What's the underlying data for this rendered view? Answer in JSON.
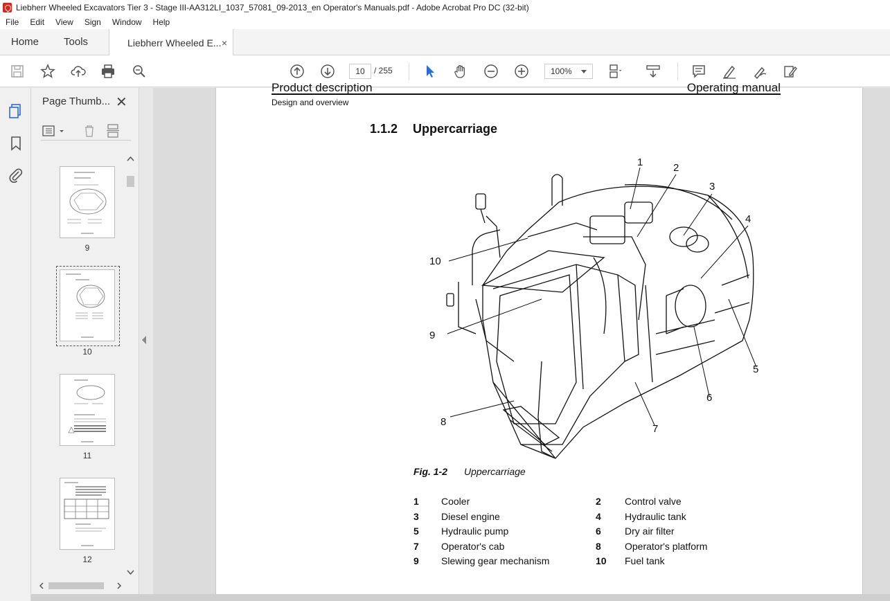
{
  "window": {
    "title": "Liebherr Wheeled Excavators Tier 3 - Stage III-AA312LI_1037_57081_09-2013_en Operator's Manuals.pdf - Adobe Acrobat Pro DC (32-bit)"
  },
  "menu": [
    "File",
    "Edit",
    "View",
    "Sign",
    "Window",
    "Help"
  ],
  "tabs": {
    "home": "Home",
    "tools": "Tools",
    "document": "Liebherr Wheeled E...",
    "close": "×"
  },
  "toolbar": {
    "current_page": "10",
    "total_pages": "/  255",
    "zoom": "100%"
  },
  "sidebar": {
    "title": "Page Thumb...",
    "close": "✕",
    "thumbnails": [
      {
        "label": "9"
      },
      {
        "label": "10"
      },
      {
        "label": "11"
      },
      {
        "label": "12"
      }
    ]
  },
  "page": {
    "header_left": "Product description",
    "header_right": "Operating manual",
    "subheader": "Design and overview",
    "section_number": "1.1.2",
    "section_title": "Uppercarriage",
    "figure_label": "Fig. 1-2",
    "figure_caption": "Uppercarriage",
    "callouts": [
      "1",
      "2",
      "3",
      "4",
      "5",
      "6",
      "7",
      "8",
      "9",
      "10"
    ],
    "legend": [
      {
        "num": "1",
        "text": "Cooler"
      },
      {
        "num": "2",
        "text": "Control valve"
      },
      {
        "num": "3",
        "text": "Diesel engine"
      },
      {
        "num": "4",
        "text": "Hydraulic tank"
      },
      {
        "num": "5",
        "text": "Hydraulic pump"
      },
      {
        "num": "6",
        "text": "Dry air filter"
      },
      {
        "num": "7",
        "text": "Operator's cab"
      },
      {
        "num": "8",
        "text": "Operator's platform"
      },
      {
        "num": "9",
        "text": "Slewing gear mechanism"
      },
      {
        "num": "10",
        "text": "Fuel tank"
      }
    ]
  }
}
